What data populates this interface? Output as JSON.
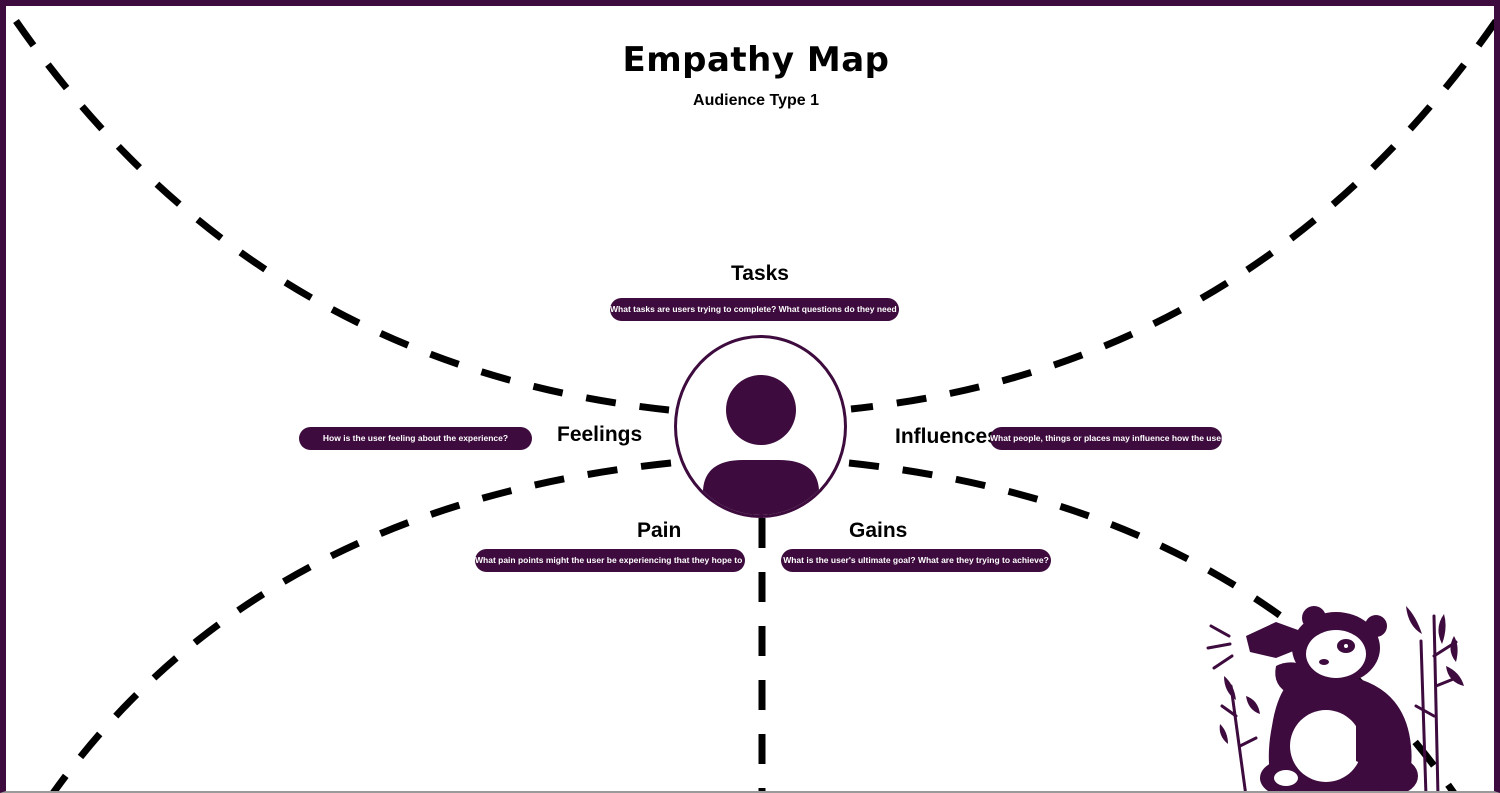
{
  "title": "Empathy Map",
  "subtitle": "Audience Type 1",
  "sections": {
    "tasks": {
      "label": "Tasks",
      "prompt": "What tasks are users trying to complete? What questions do they need answering?"
    },
    "feelings": {
      "label": "Feelings",
      "prompt": "How is the user feeling about the experience?"
    },
    "influences": {
      "label": "Influences",
      "prompt": "What people, things or places may influence how the user acts?"
    },
    "pain": {
      "label": "Pain",
      "prompt": "What pain points might the user be experiencing that they hope to overcome?"
    },
    "gains": {
      "label": "Gains",
      "prompt": "What is the user's ultimate goal? What are they trying to achieve?"
    }
  },
  "icons": {
    "center": "user-avatar-icon",
    "mascot": "panda-megaphone-illustration"
  },
  "colors": {
    "accent": "#3d0b3d",
    "line": "#000000",
    "background": "#ffffff"
  }
}
